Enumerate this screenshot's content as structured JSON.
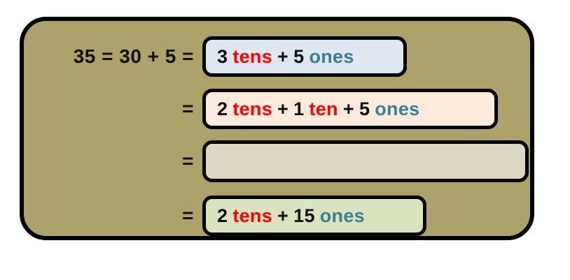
{
  "panel": {
    "background_color": "#AEA26B",
    "border_color": "#000000"
  },
  "colors": {
    "tens_word": "#FF0000",
    "ones_word": "#3A7F96",
    "numeral": "#111111",
    "panel": "#AEA26B",
    "box_1_bg": "#DEE6F0",
    "box_2_bg": "#FCEBDD",
    "box_3_bg": "#DDD8C4",
    "box_4_bg": "#D9E4BE"
  },
  "rows": [
    {
      "lead": "35 = 30 + 5  =",
      "box_bg": "#DEE6F0",
      "empty": false,
      "tokens": [
        {
          "text": "3",
          "kind": "num"
        },
        {
          "text": "tens",
          "kind": "tens"
        },
        {
          "text": "+",
          "kind": "op"
        },
        {
          "text": "5",
          "kind": "num"
        },
        {
          "text": "ones",
          "kind": "ones"
        }
      ],
      "plain_text": "3 tens + 5 ones"
    },
    {
      "lead": "=",
      "box_bg": "#FCEBDD",
      "empty": false,
      "tokens": [
        {
          "text": "2",
          "kind": "num"
        },
        {
          "text": "tens",
          "kind": "tens"
        },
        {
          "text": "+",
          "kind": "op"
        },
        {
          "text": "1",
          "kind": "num"
        },
        {
          "text": "ten",
          "kind": "tens"
        },
        {
          "text": "+",
          "kind": "op"
        },
        {
          "text": "5",
          "kind": "num"
        },
        {
          "text": "ones",
          "kind": "ones"
        }
      ],
      "plain_text": "2 tens + 1 ten + 5 ones"
    },
    {
      "lead": "=",
      "box_bg": "#DDD8C4",
      "empty": true,
      "tokens": [],
      "plain_text": ""
    },
    {
      "lead": "=",
      "box_bg": "#D9E4BE",
      "empty": false,
      "tokens": [
        {
          "text": "2",
          "kind": "num"
        },
        {
          "text": "tens",
          "kind": "tens"
        },
        {
          "text": "+",
          "kind": "op"
        },
        {
          "text": "15",
          "kind": "num"
        },
        {
          "text": "ones",
          "kind": "ones"
        }
      ],
      "plain_text": "2 tens + 15 ones"
    }
  ]
}
